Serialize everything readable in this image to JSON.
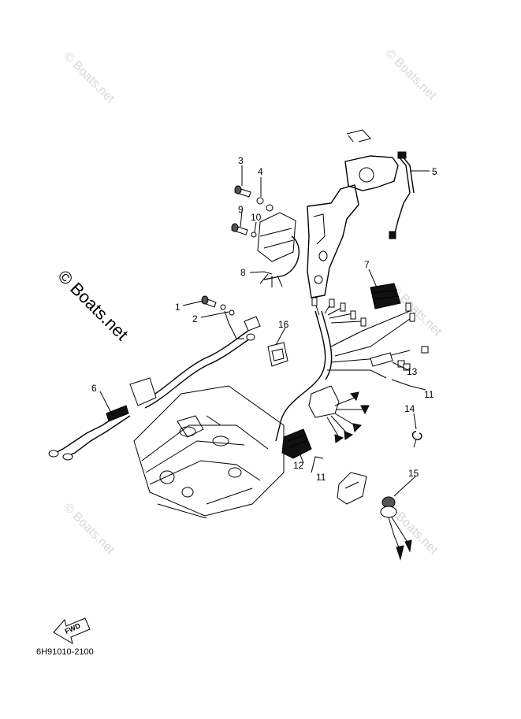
{
  "watermarks": {
    "small": "© Boats.net",
    "large": "© Boats.net"
  },
  "callouts": {
    "c1": "1",
    "c2": "2",
    "c3": "3",
    "c4": "4",
    "c5": "5",
    "c6": "6",
    "c7": "7",
    "c8": "8",
    "c9": "9",
    "c10": "10",
    "c11a": "11",
    "c11b": "11",
    "c12": "12",
    "c13": "13",
    "c14": "14",
    "c15": "15",
    "c16": "16"
  },
  "fwd_label": "FWD",
  "diagram_code": "6H91010-2100"
}
